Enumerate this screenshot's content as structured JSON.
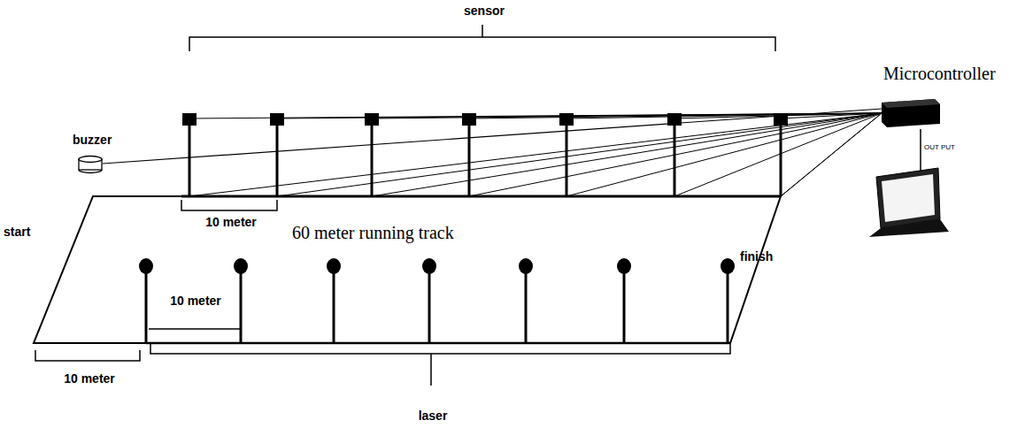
{
  "diagram": {
    "nodes": [
      {
        "text": [
          "buzzer"
        ]
      },
      {
        "text": [
          "60 meter running track"
        ]
      },
      {
        "text": [
          "Microcontroller"
        ]
      }
    ],
    "edges": [
      {
        "from": 0,
        "to": 2,
        "arrow": "none"
      }
    ],
    "labels": [
      "sensor",
      "10 meter",
      "start",
      "10 meter",
      "finish",
      "10 meter",
      "laser",
      "OUT PUT"
    ]
  }
}
